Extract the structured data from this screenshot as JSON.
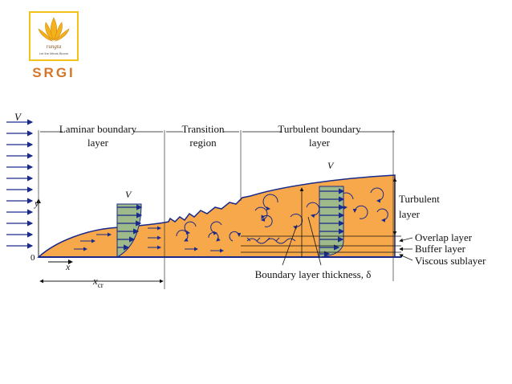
{
  "logo": {
    "brand": "rungta",
    "tagline": "Let the Minds Bloom",
    "name": "SRGI"
  },
  "colors": {
    "fluid": "#f7a84a",
    "profile": "#9eb98a",
    "arrow": "#1a2a8a",
    "logo_border": "#f2c11a",
    "logo_text": "#d4762a"
  },
  "diagram": {
    "free_stream": "V",
    "axis_y": "y",
    "axis_x": "x",
    "origin": "0",
    "region_laminar_1": "Laminar boundary",
    "region_laminar_2": "layer",
    "region_transition_1": "Transition",
    "region_transition_2": "region",
    "region_turbulent_1": "Turbulent boundary",
    "region_turbulent_2": "layer",
    "profile_v_laminar": "V",
    "profile_v_turbulent": "V",
    "label_turbulent_layer_1": "Turbulent",
    "label_turbulent_layer_2": "layer",
    "label_overlap": "Overlap layer",
    "label_buffer": "Buffer layer",
    "label_viscous": "Viscous sublayer",
    "label_thickness": "Boundary layer thickness, δ",
    "xcr_main": "x",
    "xcr_sub": "cr"
  }
}
